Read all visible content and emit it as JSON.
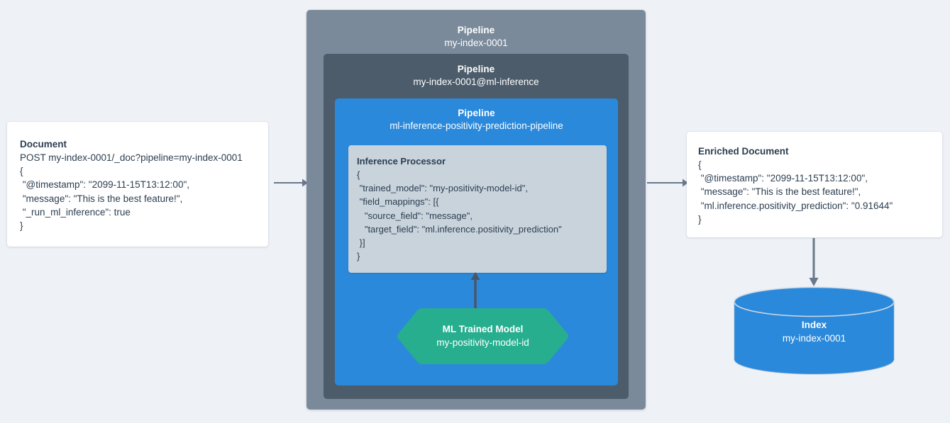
{
  "colors": {
    "page_background": "#eef1f6",
    "pipeline_outer": "#7b8a9a",
    "pipeline_middle": "#4c5c6b",
    "pipeline_inner": "#2b89db",
    "processor_fill": "#c8d3dc",
    "ml_model_green": "#27ae8f",
    "index_blue": "#2b89db",
    "arrow_light": "#69788a",
    "arrow_dark": "#4a5568",
    "card_text": "#2c3e50",
    "card_background": "#ffffff"
  },
  "document": {
    "title": "Document",
    "lines": [
      "POST my-index-0001/_doc?pipeline=my-index-0001",
      "{",
      " \"@timestamp\": \"2099-11-15T13:12:00\",",
      " \"message\": \"This is the best feature!\",",
      " \"_run_ml_inference\": true",
      "}"
    ]
  },
  "pipelines": {
    "outer": {
      "label": "Pipeline",
      "name": "my-index-0001"
    },
    "middle": {
      "label": "Pipeline",
      "name": "my-index-0001@ml-inference"
    },
    "inner": {
      "label": "Pipeline",
      "name": "ml-inference-positivity-prediction-pipeline"
    }
  },
  "inference_processor": {
    "title": "Inference Processor",
    "lines": [
      "{",
      " \"trained_model\": \"my-positivity-model-id\",",
      " \"field_mappings\": [{",
      "   \"source_field\": \"message\",",
      "   \"target_field\": \"ml.inference.positivity_prediction\"",
      " }]",
      "}"
    ]
  },
  "ml_model": {
    "title": "ML Trained Model",
    "name": "my-positivity-model-id"
  },
  "enriched_document": {
    "title": "Enriched Document",
    "lines": [
      "{",
      " \"@timestamp\": \"2099-11-15T13:12:00\",",
      " \"message\": \"This is the best feature!\",",
      " \"ml.inference.positivity_prediction\": \"0.91644\"",
      "}"
    ]
  },
  "index": {
    "title": "Index",
    "name": "my-index-0001"
  },
  "arrows": {
    "doc_to_pipeline": "arrow-right",
    "pipeline_to_enriched": "arrow-right",
    "enriched_to_index": "arrow-down",
    "model_to_processor": "arrow-up"
  }
}
